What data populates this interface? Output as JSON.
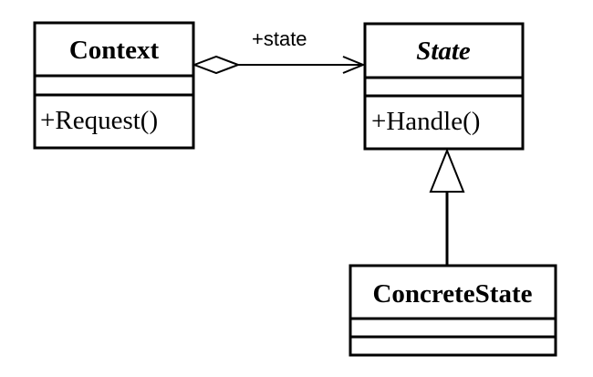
{
  "diagram": {
    "classes": {
      "context": {
        "name": "Context",
        "operation": "+Request()"
      },
      "state": {
        "name": "State",
        "operation": "+Handle()"
      },
      "concrete_state": {
        "name": "ConcreteState"
      }
    },
    "association": {
      "label": "+state"
    }
  }
}
